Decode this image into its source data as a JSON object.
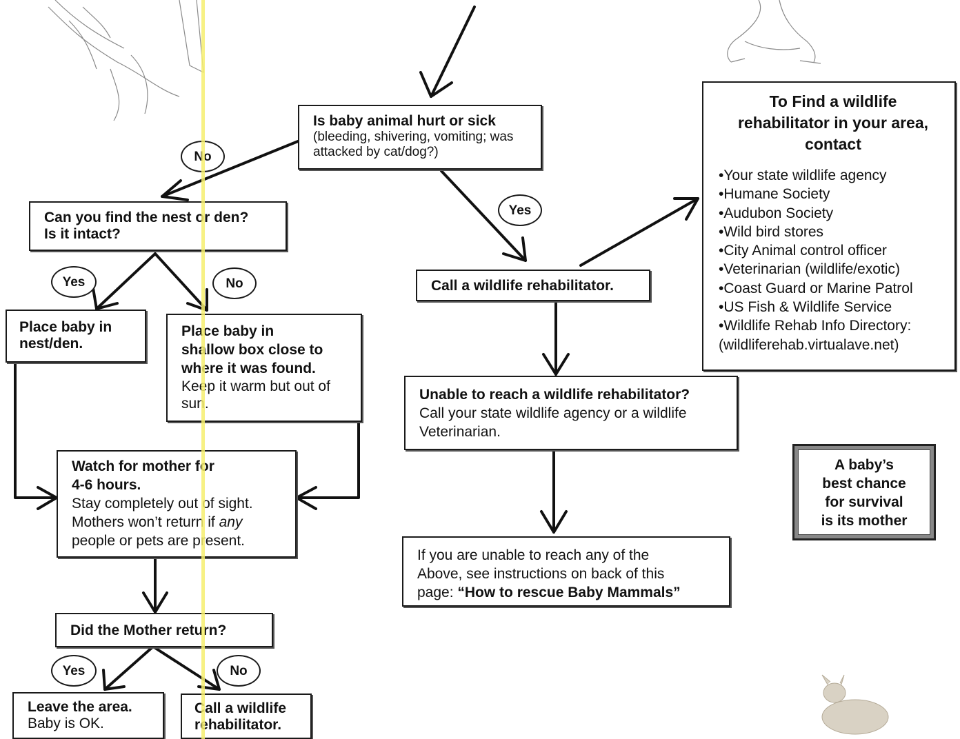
{
  "nodes": {
    "hurt_question": {
      "title": "Is baby animal hurt or sick",
      "detail": "(bleeding, shivering, vomiting; was attacked by cat/dog?)"
    },
    "find_nest": {
      "line1": "Can you find the nest or den?",
      "line2": "Is it intact?"
    },
    "place_nest": {
      "line1": "Place baby in",
      "line2": "nest/den."
    },
    "place_box": {
      "line1": "Place baby in",
      "line2": "shallow box close to",
      "line3": "where it was found.",
      "detail": "Keep it warm but out of sun."
    },
    "watch_mother": {
      "line1": "Watch for mother for",
      "line2": "4-6 hours.",
      "line3": "Stay completely out of sight.",
      "line4_pre": "Mothers won’t return if ",
      "line4_em": "any",
      "line5": "people or pets are present."
    },
    "mother_return": {
      "text": "Did the Mother return?"
    },
    "leave_area": {
      "line1": "Leave the area.",
      "line2": "Baby is OK."
    },
    "call_rehab_small": {
      "line1": "Call a wildlife",
      "line2": "rehabilitator."
    },
    "call_rehab_main": {
      "text": "Call a wildlife rehabilitator."
    },
    "unable_reach": {
      "title": "Unable to reach a wildlife rehabilitator?",
      "detail": "Call your state wildlife agency or a wildlife Veterinarian."
    },
    "unable_any": {
      "line1": "If you are unable to reach any of the",
      "line2": "Above, see instructions on back of this",
      "line3_pre": "page:  ",
      "line3_bold": "“How to rescue Baby Mammals”"
    }
  },
  "answers": {
    "no_1": "No",
    "yes_1": "Yes",
    "yes_2": "Yes",
    "no_2": "No",
    "yes_3": "Yes",
    "no_3": "No"
  },
  "contact_panel": {
    "title_line1": "To Find a wildlife",
    "title_line2": "rehabilitator in your area,",
    "title_line3": "contact",
    "items": [
      "•Your state wildlife agency",
      "•Humane Society",
      "•Audubon Society",
      "•Wild bird stores",
      "•City Animal control officer",
      "•Veterinarian (wildlife/exotic)",
      "•Coast Guard or Marine Patrol",
      "•US Fish & Wildlife Service",
      "•Wildlife Rehab Info Directory:",
      "(wildliferehab.virtualave.net)"
    ]
  },
  "callout": {
    "line1": "A baby’s",
    "line2": "best chance",
    "line3": "for survival",
    "line4": "is its mother"
  }
}
